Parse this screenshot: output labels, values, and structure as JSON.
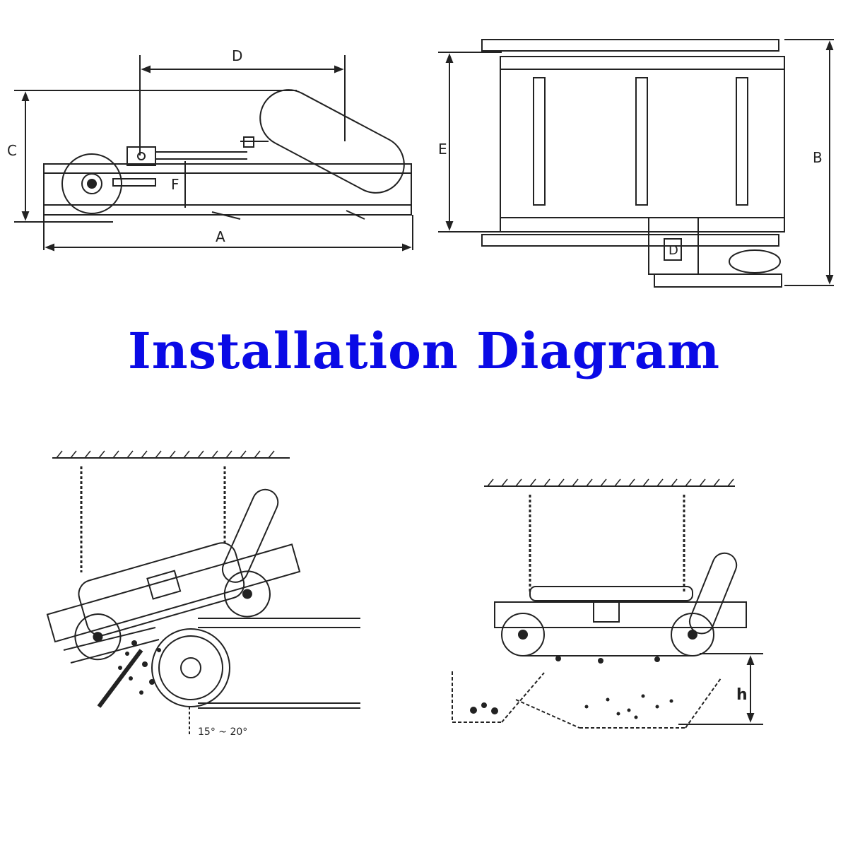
{
  "title": "Installation Diagram",
  "colors": {
    "title": "#0a0ae6",
    "ink": "#222222",
    "stamp": "#d07070"
  },
  "side_view": {
    "labels": {
      "D": "D",
      "C": "C",
      "F": "F",
      "A": "A"
    }
  },
  "top_view": {
    "labels": {
      "E": "E",
      "B": "B",
      "motor": "D"
    }
  },
  "inclined_install": {
    "angle_label": "15° ~ 20°"
  },
  "horizontal_install": {
    "height_label": "h"
  }
}
